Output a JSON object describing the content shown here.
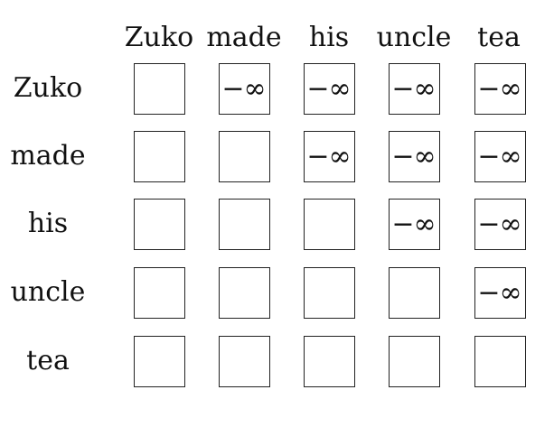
{
  "columns": [
    "Zuko",
    "made",
    "his",
    "uncle",
    "tea"
  ],
  "rows": [
    {
      "label": "Zuko",
      "cells": [
        "",
        "−∞",
        "−∞",
        "−∞",
        "−∞"
      ]
    },
    {
      "label": "made",
      "cells": [
        "",
        "",
        "−∞",
        "−∞",
        "−∞"
      ]
    },
    {
      "label": "his",
      "cells": [
        "",
        "",
        "",
        "−∞",
        "−∞"
      ]
    },
    {
      "label": "uncle",
      "cells": [
        "",
        "",
        "",
        "",
        "−∞"
      ]
    },
    {
      "label": "tea",
      "cells": [
        "",
        "",
        "",
        "",
        ""
      ]
    }
  ]
}
